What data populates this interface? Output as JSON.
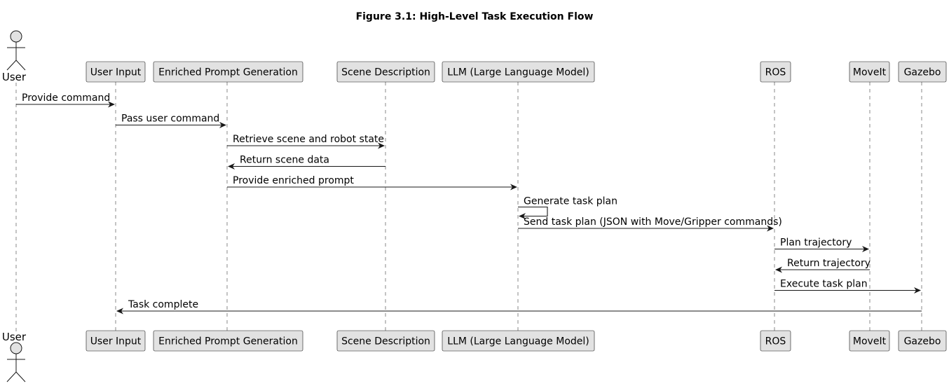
{
  "diagram": {
    "title": "Figure 3.1: High-Level Task Execution Flow",
    "participants": [
      {
        "id": "user",
        "name": "User",
        "kind": "actor"
      },
      {
        "id": "user_input",
        "name": "User Input",
        "kind": "participant"
      },
      {
        "id": "prompt_gen",
        "name": "Enriched Prompt Generation",
        "kind": "participant"
      },
      {
        "id": "scene",
        "name": "Scene Description",
        "kind": "participant"
      },
      {
        "id": "llm",
        "name": "LLM (Large Language Model)",
        "kind": "participant"
      },
      {
        "id": "ros",
        "name": "ROS",
        "kind": "participant"
      },
      {
        "id": "moveit",
        "name": "MoveIt",
        "kind": "participant"
      },
      {
        "id": "gazebo",
        "name": "Gazebo",
        "kind": "participant"
      }
    ],
    "messages": [
      {
        "from": "user",
        "to": "user_input",
        "label": "Provide command"
      },
      {
        "from": "user_input",
        "to": "prompt_gen",
        "label": "Pass user command"
      },
      {
        "from": "prompt_gen",
        "to": "scene",
        "label": "Retrieve scene and robot state"
      },
      {
        "from": "scene",
        "to": "prompt_gen",
        "label": "Return scene data"
      },
      {
        "from": "prompt_gen",
        "to": "llm",
        "label": "Provide enriched prompt"
      },
      {
        "from": "llm",
        "to": "llm",
        "label": "Generate task plan"
      },
      {
        "from": "llm",
        "to": "ros",
        "label": "Send task plan (JSON with Move/Gripper commands)"
      },
      {
        "from": "ros",
        "to": "moveit",
        "label": "Plan trajectory"
      },
      {
        "from": "moveit",
        "to": "ros",
        "label": "Return trajectory"
      },
      {
        "from": "ros",
        "to": "gazebo",
        "label": "Execute task plan"
      },
      {
        "from": "gazebo",
        "to": "user_input",
        "label": "Task complete"
      }
    ]
  }
}
